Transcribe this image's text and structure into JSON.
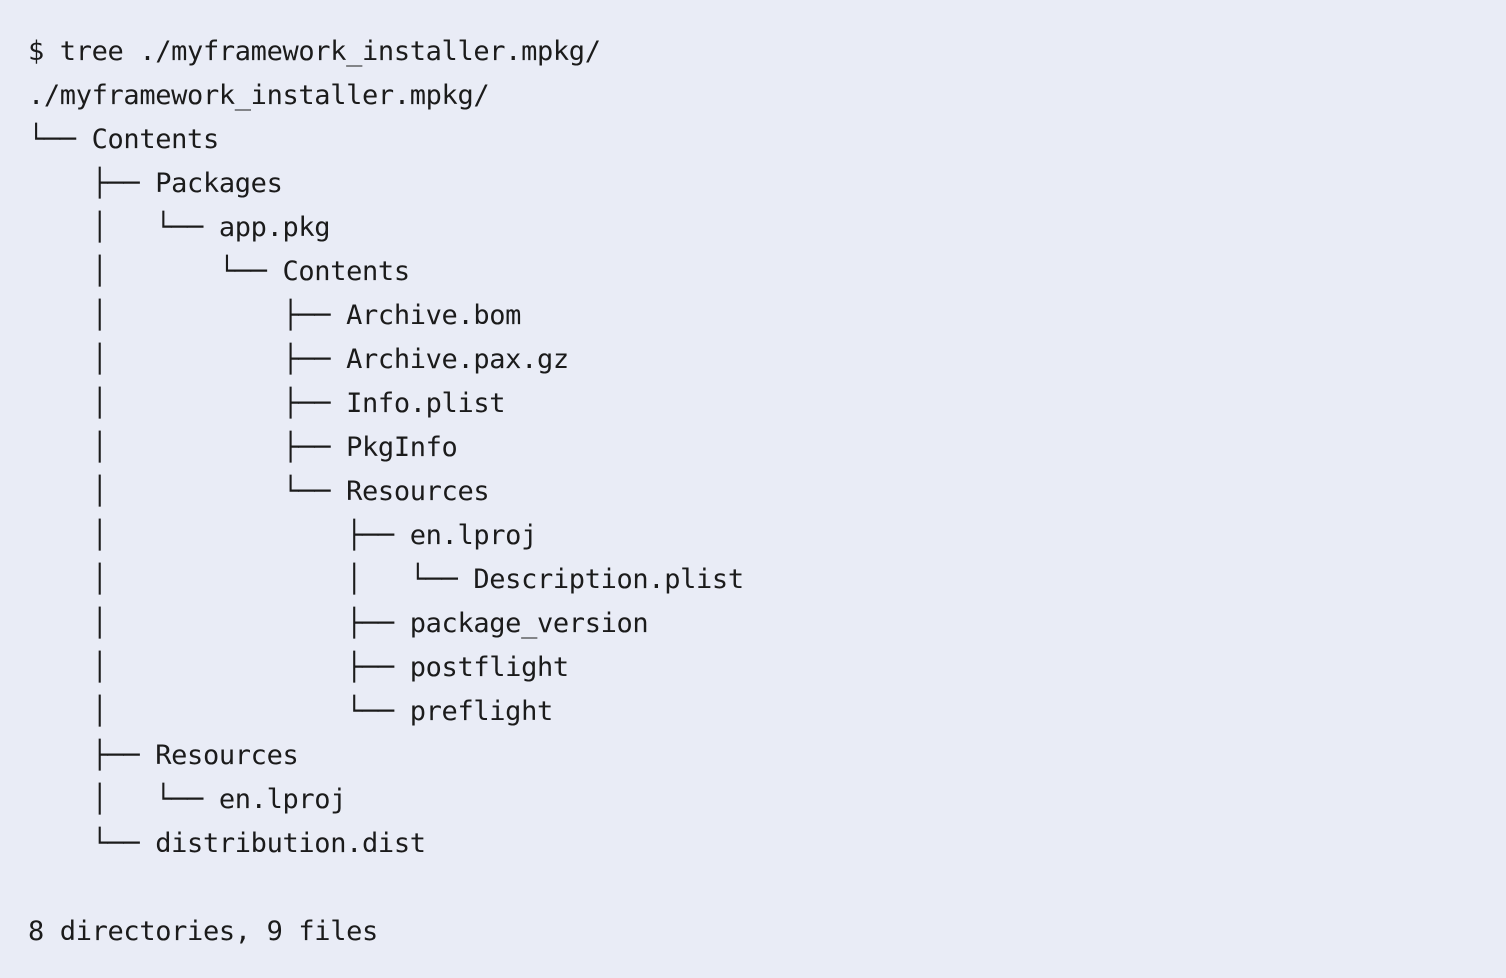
{
  "terminal": {
    "background_color": "#e9ecf6",
    "text_color": "#1b1b1b",
    "prompt_symbol": "$",
    "command": "tree ./myframework_installer.mpkg/",
    "root_path": "./myframework_installer.mpkg/",
    "summary": "8 directories, 9 files",
    "directory_count": 8,
    "file_count": 9,
    "lines": [
      "$ tree ./myframework_installer.mpkg/",
      "./myframework_installer.mpkg/",
      "└── Contents",
      "    ├── Packages",
      "    │   └── app.pkg",
      "    │       └── Contents",
      "    │           ├── Archive.bom",
      "    │           ├── Archive.pax.gz",
      "    │           ├── Info.plist",
      "    │           ├── PkgInfo",
      "    │           └── Resources",
      "    │               ├── en.lproj",
      "    │               │   └── Description.plist",
      "    │               ├── package_version",
      "    │               ├── postflight",
      "    │               └── preflight",
      "    ├── Resources",
      "    │   └── en.lproj",
      "    └── distribution.dist",
      "",
      "8 directories, 9 files"
    ],
    "entries": [
      {
        "name": "Contents",
        "type": "directory",
        "depth": 0
      },
      {
        "name": "Packages",
        "type": "directory",
        "depth": 1
      },
      {
        "name": "app.pkg",
        "type": "directory",
        "depth": 2
      },
      {
        "name": "Contents",
        "type": "directory",
        "depth": 3
      },
      {
        "name": "Archive.bom",
        "type": "file",
        "depth": 4
      },
      {
        "name": "Archive.pax.gz",
        "type": "file",
        "depth": 4
      },
      {
        "name": "Info.plist",
        "type": "file",
        "depth": 4
      },
      {
        "name": "PkgInfo",
        "type": "file",
        "depth": 4
      },
      {
        "name": "Resources",
        "type": "directory",
        "depth": 4
      },
      {
        "name": "en.lproj",
        "type": "directory",
        "depth": 5
      },
      {
        "name": "Description.plist",
        "type": "file",
        "depth": 6
      },
      {
        "name": "package_version",
        "type": "file",
        "depth": 5
      },
      {
        "name": "postflight",
        "type": "file",
        "depth": 5
      },
      {
        "name": "preflight",
        "type": "file",
        "depth": 5
      },
      {
        "name": "Resources",
        "type": "directory",
        "depth": 1
      },
      {
        "name": "en.lproj",
        "type": "directory",
        "depth": 2
      },
      {
        "name": "distribution.dist",
        "type": "file",
        "depth": 1
      }
    ]
  }
}
